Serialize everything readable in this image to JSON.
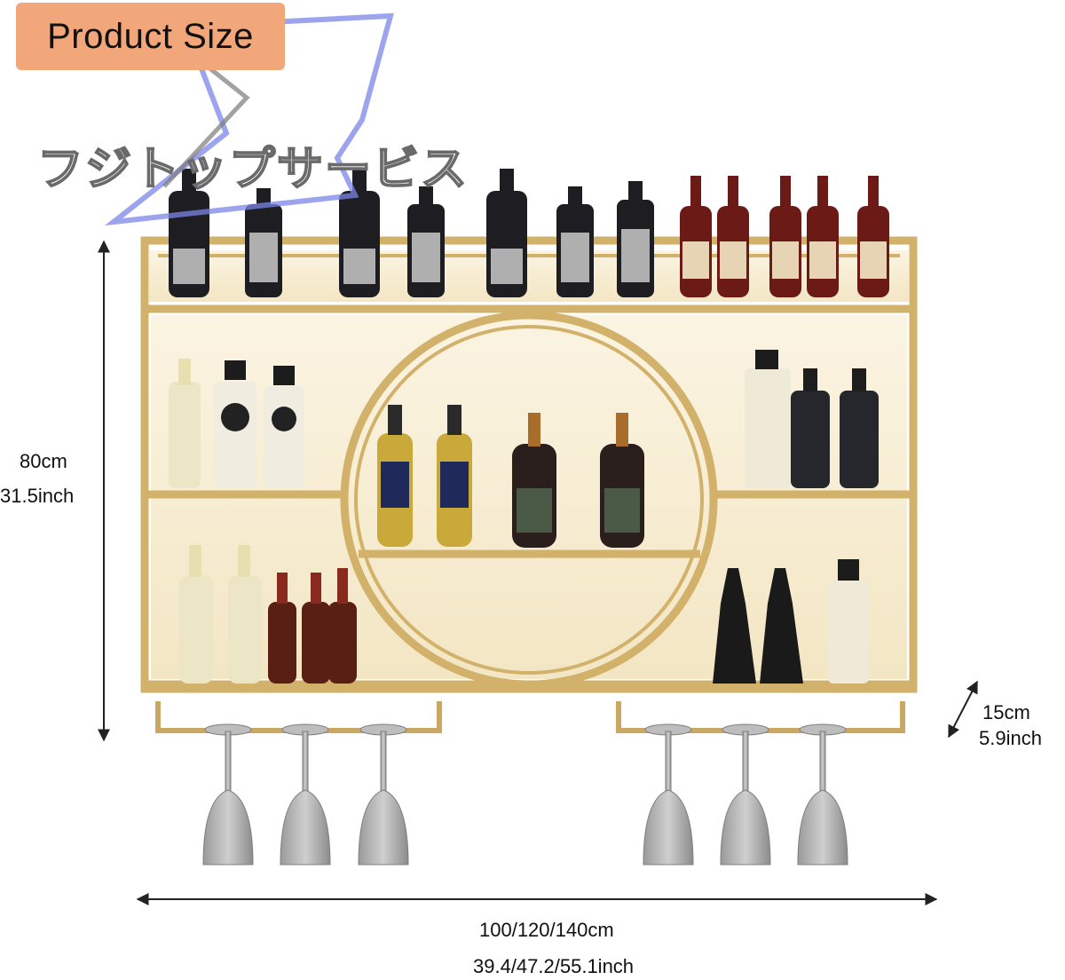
{
  "badge": {
    "label": "Product Size"
  },
  "watermark": {
    "text": "フジトップサービス"
  },
  "dimensions": {
    "height_cm": "80cm",
    "height_inch": "31.5inch",
    "depth_cm": "15cm",
    "depth_inch": "5.9inch",
    "width_cm": "100/120/140cm",
    "width_inch": "39.4/47.2/55.1inch"
  },
  "colors": {
    "frame_gold": "#d8b872",
    "badge_bg": "#f2a77a",
    "shelf_glow": "#f6ecd3",
    "watermark_line": "#7b86e8"
  },
  "icons": [
    "wine-rack-illustration",
    "height-arrow-icon",
    "width-arrow-icon",
    "depth-arrow-icon"
  ]
}
